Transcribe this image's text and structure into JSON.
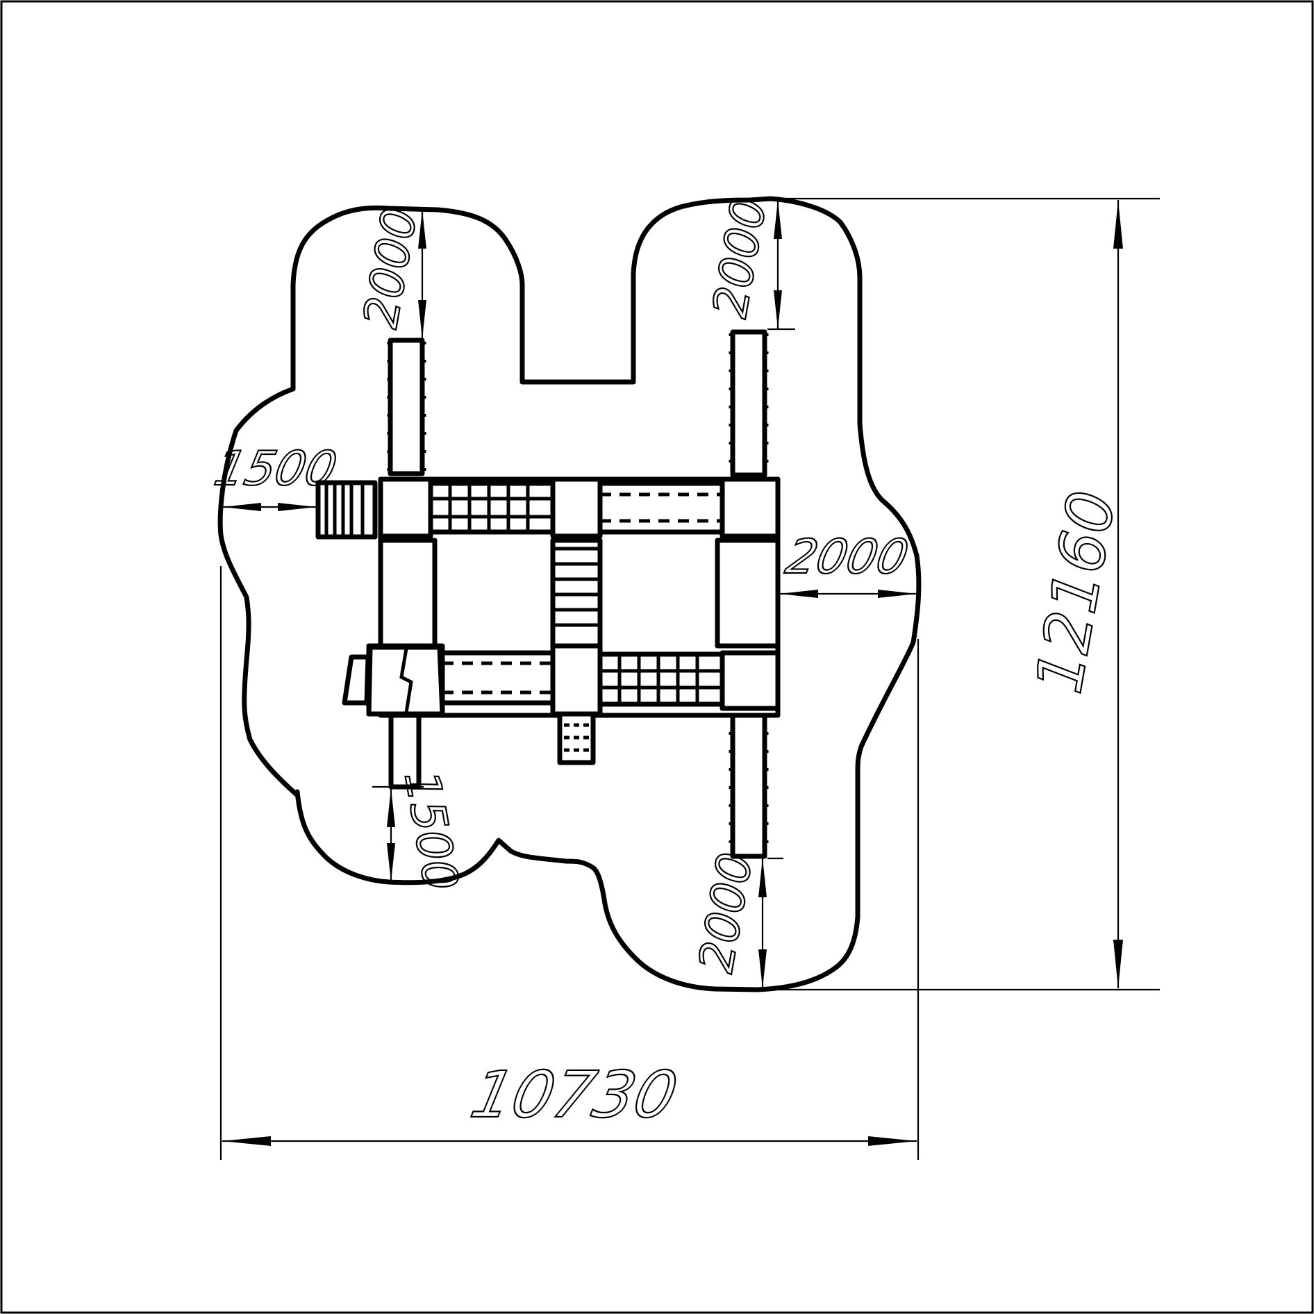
{
  "dimensions": {
    "overall_width": "10730",
    "overall_height": "12160",
    "top_left_clearance": "2000",
    "top_right_clearance": "2000",
    "left_clearance": "1500",
    "right_clearance": "2000",
    "bottom_left_clearance": "1500",
    "bottom_right_clearance": "2000"
  }
}
